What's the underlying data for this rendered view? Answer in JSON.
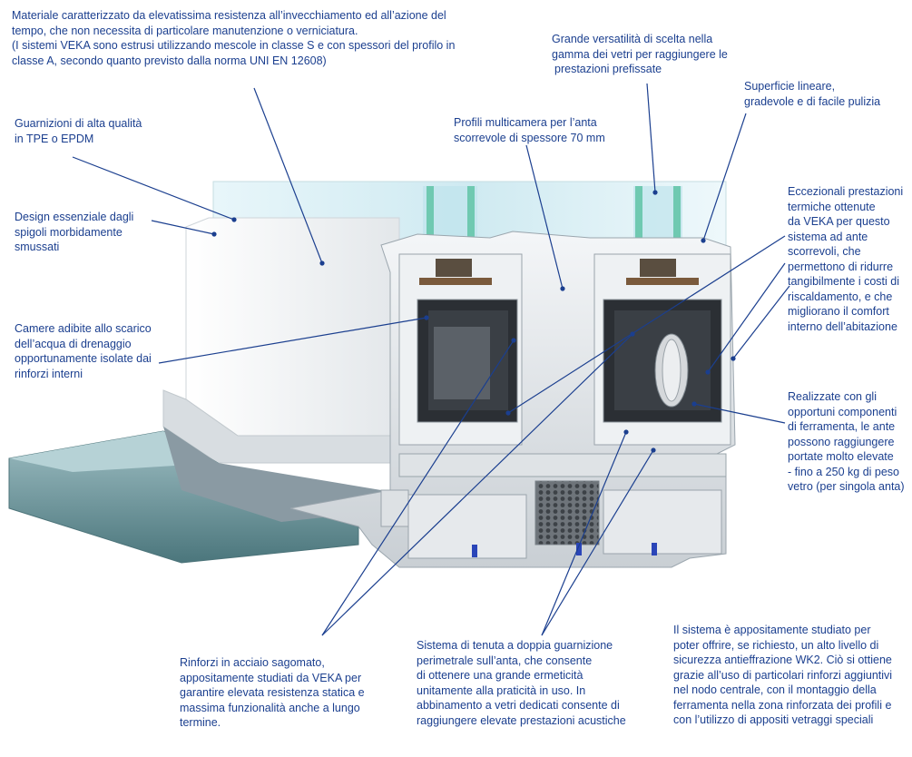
{
  "colors": {
    "text": "#1b3f8f",
    "leader": "#1b3f8f",
    "glass": "#bfe2ea",
    "profile": "#e9ecef",
    "sill": "#5e8a90"
  },
  "labels": {
    "material": [
      "Materiale caratterizzato da elevatissima resistenza all’invecchiamento ed all’azione del",
      "tempo, che non necessita di particolare manutenzione o verniciatura.",
      "(I sistemi VEKA sono estrusi utilizzando mescole in classe S e con spessori del profilo in",
      "classe A, secondo quanto previsto dalla norma UNI EN 12608)"
    ],
    "glass_choice": [
      "Grande versatilità di scelta nella",
      "gamma dei vetri per raggiungere le",
      "prestazioni prefissate"
    ],
    "surface": [
      "Superficie lineare,",
      "gradevole e di facile pulizia"
    ],
    "gaskets": [
      "Guarnizioni di alta qualità",
      "in TPE o EPDM"
    ],
    "multichamber": [
      "Profili multicamera per l’anta",
      "scorrevole di spessore 70 mm"
    ],
    "design": [
      "Design essenziale dagli",
      "spigoli morbidamente",
      "smussati"
    ],
    "thermal": [
      "Eccezionali prestazioni",
      "termiche ottenute",
      "da VEKA per questo",
      "sistema ad ante",
      "scorrevoli, che",
      "permettono di ridurre",
      "tangibilmente i costi di",
      "riscaldamento, e che",
      "migliorano il comfort",
      "interno dell’abitazione"
    ],
    "drainage": [
      "Camere adibite allo scarico",
      "dell’acqua di drenaggio",
      "opportunamente isolate dai",
      "rinforzi interni"
    ],
    "hardware": [
      "Realizzate con gli",
      "opportuni componenti",
      "di ferramenta, le ante",
      "possono raggiungere",
      "portate molto elevate",
      "- fino a 250 kg di peso",
      "vetro (per singola anta)"
    ],
    "reinforcement": [
      "Rinforzi in acciaio sagomato,",
      "appositamente studiati da VEKA per",
      "garantire elevata resistenza statica e",
      "massima funzionalità anche a lungo",
      "termine."
    ],
    "sealing": [
      "Sistema di tenuta a doppia guarnizione",
      "perimetrale sull’anta, che consente",
      "di ottenere una grande ermeticità",
      "unitamente alla praticità in uso.  In",
      "abbinamento a vetri dedicati consente di",
      "raggiungere elevate prestazioni acustiche"
    ],
    "security": [
      "Il sistema è appositamente studiato per",
      "poter offrire, se richiesto, un alto livello di",
      "sicurezza antieffrazione WK2. Ciò si ottiene",
      "grazie all’uso di particolari rinforzi aggiuntivi",
      "nel nodo centrale, con il montaggio della",
      "ferramenta nella zona rinforzata dei profili e",
      "con l’utilizzo di appositi vetraggi speciali"
    ]
  }
}
